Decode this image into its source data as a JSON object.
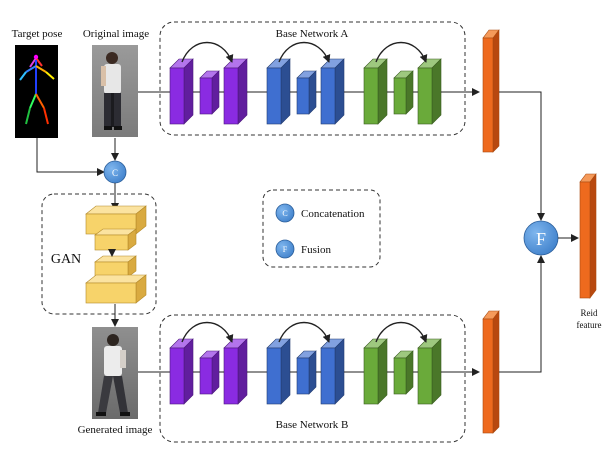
{
  "labels": {
    "target_pose": "Target pose",
    "original_image": "Original image",
    "generated_image": "Generated image",
    "base_network_a": "Base Network A",
    "base_network_b": "Base Network B",
    "gan": "GAN",
    "reid_feature_line1": "Reid",
    "reid_feature_line2": "feature"
  },
  "legend": {
    "concat_symbol": "C",
    "concat_label": "Concatenation",
    "fusion_symbol": "F",
    "fusion_label": "Fusion"
  },
  "nodes": {
    "concat_symbol": "C",
    "fusion_symbol": "F"
  },
  "colors": {
    "purple": "#8a2be2",
    "blue": "#3f6fd0",
    "green": "#6aaa3a",
    "orange": "#ee6a1e",
    "gan_yellow": "#f7d36a",
    "node_blue": "#4a90d9"
  }
}
